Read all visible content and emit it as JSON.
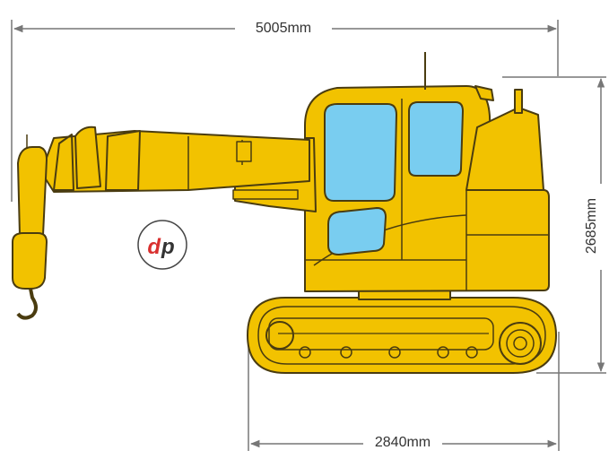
{
  "dimensions": {
    "overall_length": "5005mm",
    "track_length": "2840mm",
    "overall_height": "2685mm"
  },
  "logo": {
    "letter_d": "d",
    "letter_p": "p"
  },
  "colors": {
    "body_yellow": "#f2c200",
    "outline": "#4a3c10",
    "glass_blue": "#79cdf0",
    "dimension_line": "#777777",
    "logo_red": "#d9302f",
    "logo_dark": "#333333"
  }
}
